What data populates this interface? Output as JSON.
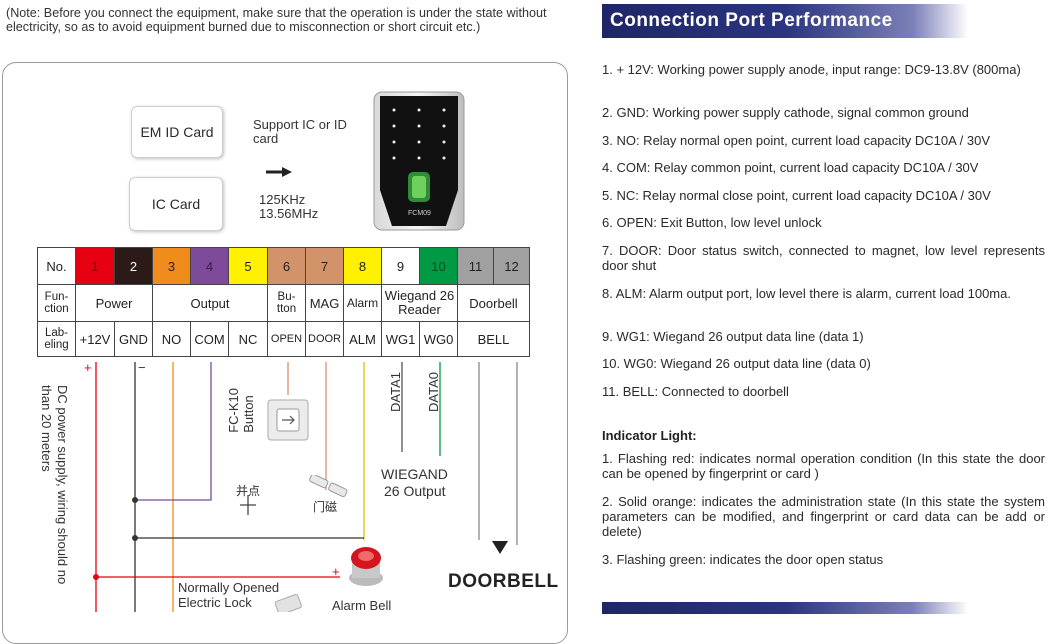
{
  "note": "(Note: Before you connect the equipment, make sure that the operation is under the state without electricity, so as to avoid equipment burned due to misconnection or short circuit etc.)",
  "cards": {
    "em": "EM ID Card",
    "ic": "IC Card",
    "support": "Support IC or ID card",
    "freq1": "125KHz",
    "freq2": "13.56MHz"
  },
  "device_brand": "FCM09",
  "table": {
    "no_label": "No.",
    "numbers": [
      "1",
      "2",
      "3",
      "4",
      "5",
      "6",
      "7",
      "8",
      "9",
      "10",
      "11",
      "12"
    ],
    "colors": [
      "#e60012",
      "#2b1a17",
      "#f08c1c",
      "#7d4b9a",
      "#fff100",
      "#d2936b",
      "#d2936b",
      "#fff100",
      "#ffffff",
      "#009944",
      "#a0a0a0",
      "#a0a0a0"
    ],
    "function_label": "Fun-ction",
    "functions": [
      "Power",
      "Output",
      "Bu-tton",
      "MAG",
      "Alarm",
      "Wiegand 26 Reader",
      "Doorbell"
    ],
    "labeling_label": "Lab-eling",
    "labels": [
      "+12V",
      "GND",
      "NO",
      "COM",
      "NC",
      "OPEN",
      "DOOR",
      "ALM",
      "WG1",
      "WG0",
      "BELL"
    ]
  },
  "wiring": {
    "plus": "+",
    "minus": "−",
    "dc_power": "DC power supply, wiring should no",
    "dc_power_2": "than 20 meters",
    "button_model": "FC-K10",
    "button_word": "Button",
    "parallel": "并点",
    "magnet": "门磁",
    "data1": "DATA1",
    "data0": "DATA0",
    "wiegand": "WIEGAND",
    "wiegand_out": "26 Output",
    "lock": "Normally Opened Electric Lock",
    "alarm_bell": "Alarm Bell",
    "doorbell": "DOORBELL"
  },
  "performance": {
    "title": "Connection Port Performance",
    "items": [
      "1. + 12V: Working power supply anode, input range: DC9-13.8V (800ma)",
      "2. GND: Working power supply cathode, signal common ground",
      "3. NO: Relay normal open point, current load capacity DC10A / 30V",
      "4. COM: Relay common point, current load capacity DC10A / 30V",
      "5. NC: Relay normal close point, current load capacity DC10A / 30V",
      "6. OPEN: Exit Button, low level unlock",
      "7. DOOR: Door status switch, connected to magnet,  low level represents door shut",
      "8. ALM: Alarm output port, low level there is alarm, current load 100ma.",
      "9. WG1: Wiegand 26 output data line (data 1)",
      "10. WG0: Wiegand 26 output data line (data 0)",
      "11. BELL: Connected to doorbell"
    ]
  },
  "indicator": {
    "title": "Indicator Light:",
    "items": [
      "1. Flashing red: indicates normal operation condition (In this state the door can be opened by fingerprint or card )",
      "2. Solid orange: indicates the administration state (In this state the system parameters can be modified, and fingerprint or card data can be add or delete)",
      "3. Flashing green: indicates the door open status"
    ]
  }
}
